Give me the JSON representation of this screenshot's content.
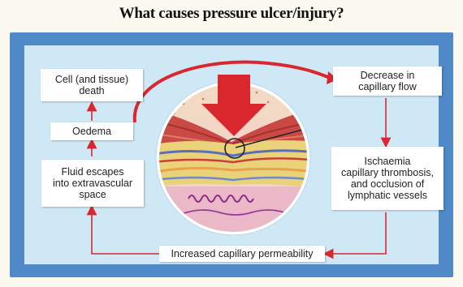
{
  "title": "What causes pressure ulcer/injury?",
  "colors": {
    "panel_outer": "#4f89c8",
    "panel_inner": "#cfe8f6",
    "arrow_red": "#d9272e"
  },
  "boxes": {
    "cell_death": "Cell (and tissue)\ndeath",
    "oedema": "Oedema",
    "fluid_escapes": "Fluid escapes\ninto extravascular\nspace",
    "decrease_flow": "Decrease in\ncapillary flow",
    "ischaemia": "Ischaemia\ncapillary thrombosis,\nand occlusion of\nlymphatic vessels",
    "permeability": "Increased capillary permeability"
  },
  "illustration": {
    "description_icon": "skin-tissue-cross-section",
    "pressure_arrow_icon": "down-arrow-icon"
  }
}
